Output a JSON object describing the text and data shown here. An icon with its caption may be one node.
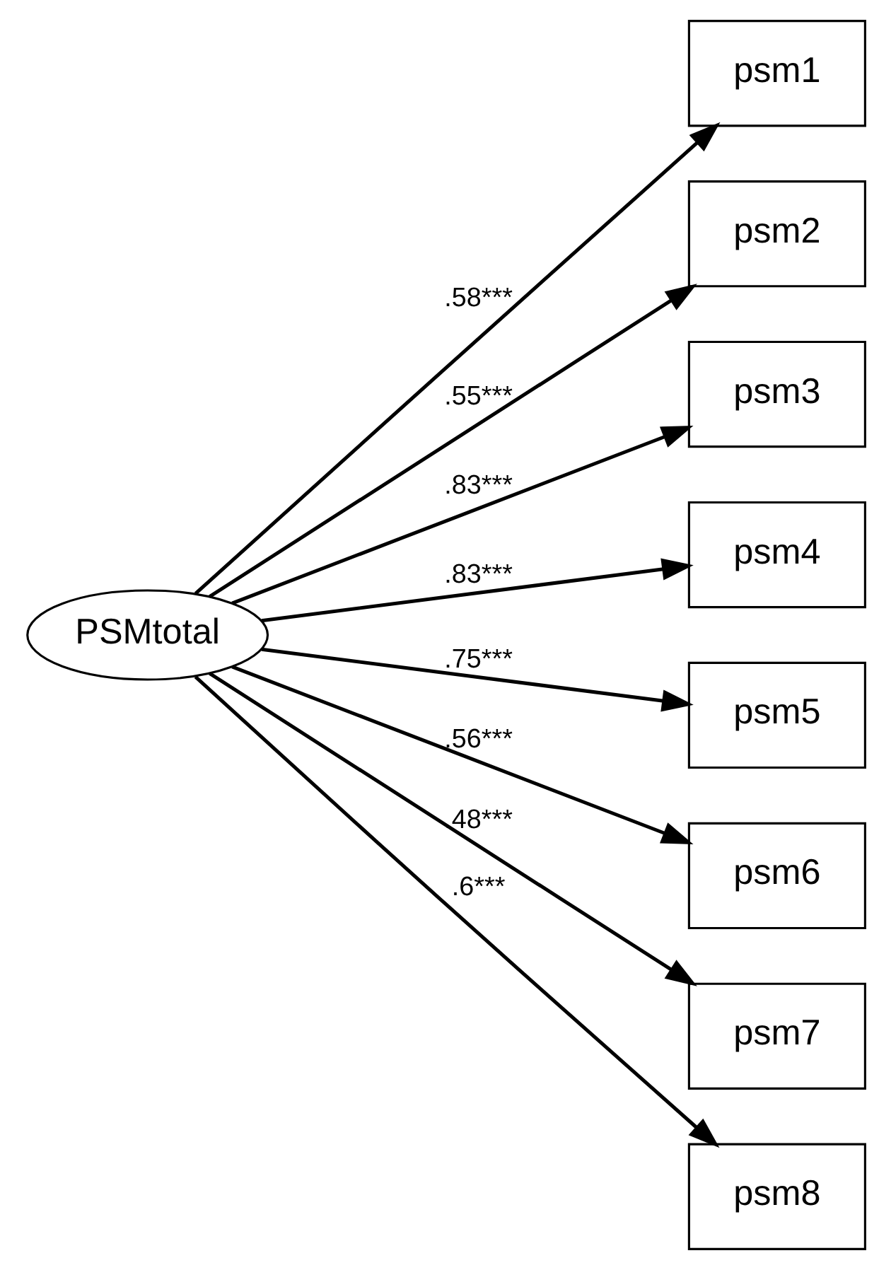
{
  "diagram": {
    "nodes": [
      {
        "text": [
          "PSMtotal"
        ]
      },
      {
        "text": [
          "psm1"
        ]
      },
      {
        "text": [
          "psm2"
        ]
      },
      {
        "text": [
          "psm3"
        ]
      },
      {
        "text": [
          "psm4"
        ]
      },
      {
        "text": [
          "psm5"
        ]
      },
      {
        "text": [
          "psm6"
        ]
      },
      {
        "text": [
          "psm7"
        ]
      },
      {
        "text": [
          "psm8"
        ]
      }
    ],
    "edges": [
      {
        "from": 0,
        "to": 1,
        "arrow": "to",
        "label": ".58***"
      },
      {
        "from": 0,
        "to": 2,
        "arrow": "to",
        "label": ".55***"
      },
      {
        "from": 0,
        "to": 3,
        "arrow": "to",
        "label": ".83***"
      },
      {
        "from": 0,
        "to": 4,
        "arrow": "to",
        "label": ".83***"
      },
      {
        "from": 0,
        "to": 5,
        "arrow": "to",
        "label": ".75***"
      },
      {
        "from": 0,
        "to": 6,
        "arrow": "to",
        "label": ".56***"
      },
      {
        "from": 0,
        "to": 7,
        "arrow": "to",
        "label": ".48***"
      },
      {
        "from": 0,
        "to": 8,
        "arrow": "to",
        "label": ".6***"
      }
    ]
  }
}
